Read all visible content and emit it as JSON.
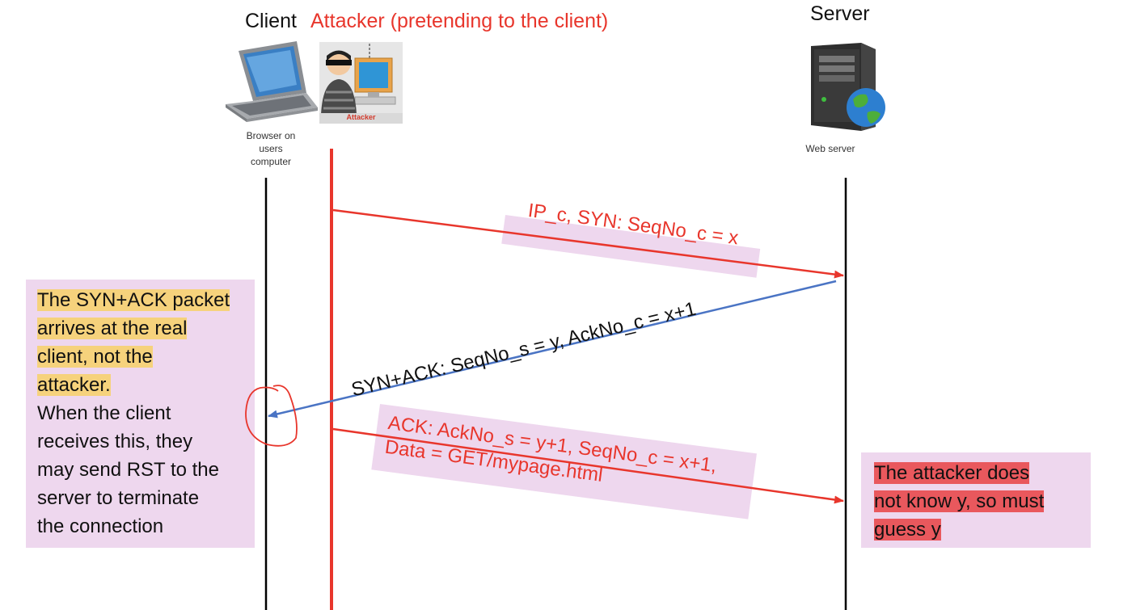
{
  "colors": {
    "attacker_red": "#e8362c",
    "synack_blue": "#4a74c4",
    "note_pink": "#eed7ee",
    "highlight_yellow": "#f6d27c",
    "highlight_red": "#e9585d"
  },
  "actors": {
    "client": {
      "label": "Client",
      "caption": [
        "Browser on",
        "users",
        "computer"
      ],
      "icon": "laptop-icon"
    },
    "attacker": {
      "label": "Attacker (pretending to the client)",
      "badge": "Attacker",
      "icon": "hacker-icon"
    },
    "server": {
      "label": "Server",
      "caption": "Web server",
      "icon": "server-globe-icon"
    }
  },
  "messages": {
    "syn": "IP_c, SYN: SeqNo_c = x",
    "synack": "SYN+ACK: SeqNo_s = y, AckNo_c = x+1",
    "ack_line1": "ACK: AckNo_s = y+1, SeqNo_c = x+1,",
    "ack_line2": "Data = GET/mypage.html"
  },
  "notes": {
    "left_highlighted": [
      "The SYN+ACK packet",
      "arrives at the real",
      "client, not the",
      "attacker."
    ],
    "left_plain": [
      "When the client",
      "receives this, they",
      "may send RST to the",
      "server to terminate",
      "the connection"
    ],
    "right_highlighted": [
      "The attacker does",
      "not know y, so must",
      "guess y"
    ]
  }
}
